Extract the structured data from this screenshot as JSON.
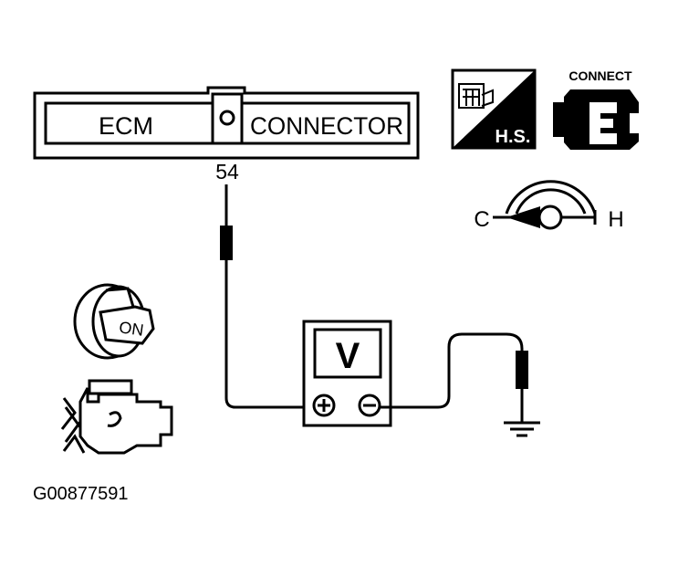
{
  "connector": {
    "left_label": "ECM",
    "right_label": "CONNECTOR",
    "pin": "54"
  },
  "hs_icon": {
    "label": "H.S."
  },
  "connect_icon": {
    "label": "CONNECT"
  },
  "temp_gauge": {
    "cold_label": "C",
    "hot_label": "H"
  },
  "ignition": {
    "label": "ON"
  },
  "meter": {
    "label": "V",
    "plus_symbol": "+",
    "minus_symbol": "−"
  },
  "figure_id": "G00877591",
  "colors": {
    "ink": "#000000",
    "paper": "#ffffff"
  },
  "icons": [
    "hs-harness-icon",
    "connect-icon",
    "temp-gauge-icon",
    "ignition-key-icon",
    "engine-icon",
    "ground-icon",
    "voltmeter-icon",
    "probe-icon"
  ]
}
